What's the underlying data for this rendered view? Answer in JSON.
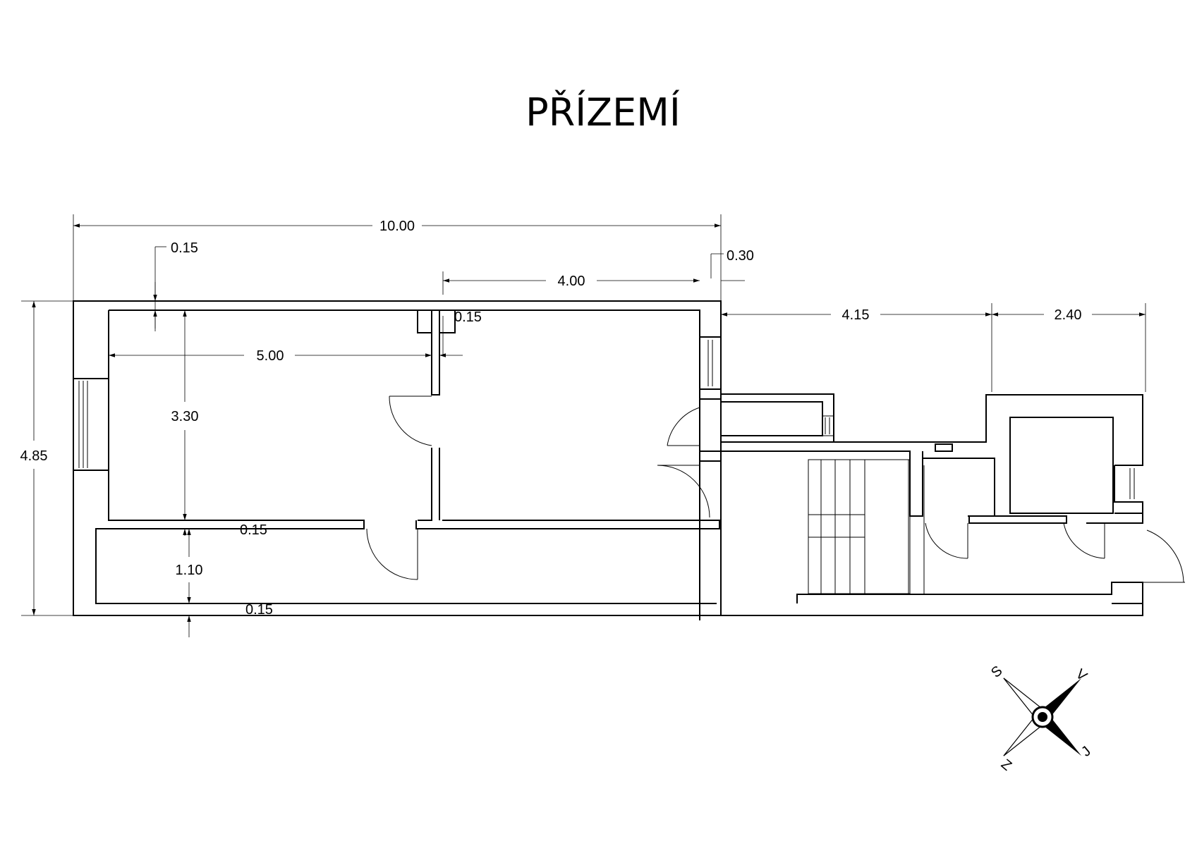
{
  "title": "PŘÍZEMÍ",
  "dimensions": {
    "total_length": "10.00",
    "top_wall": "0.15",
    "right_wall": "0.30",
    "room2_length": "4.00",
    "partition": "0.15",
    "room1_length": "5.00",
    "room_depth": "3.30",
    "total_depth": "4.85",
    "mid_wall": "0.15",
    "corridor_width": "1.10",
    "bottom_wall": "0.15",
    "annex_length": "4.15",
    "annex_end": "2.40"
  },
  "compass": {
    "north": "S",
    "east": "V",
    "south": "J",
    "west": "Z"
  }
}
